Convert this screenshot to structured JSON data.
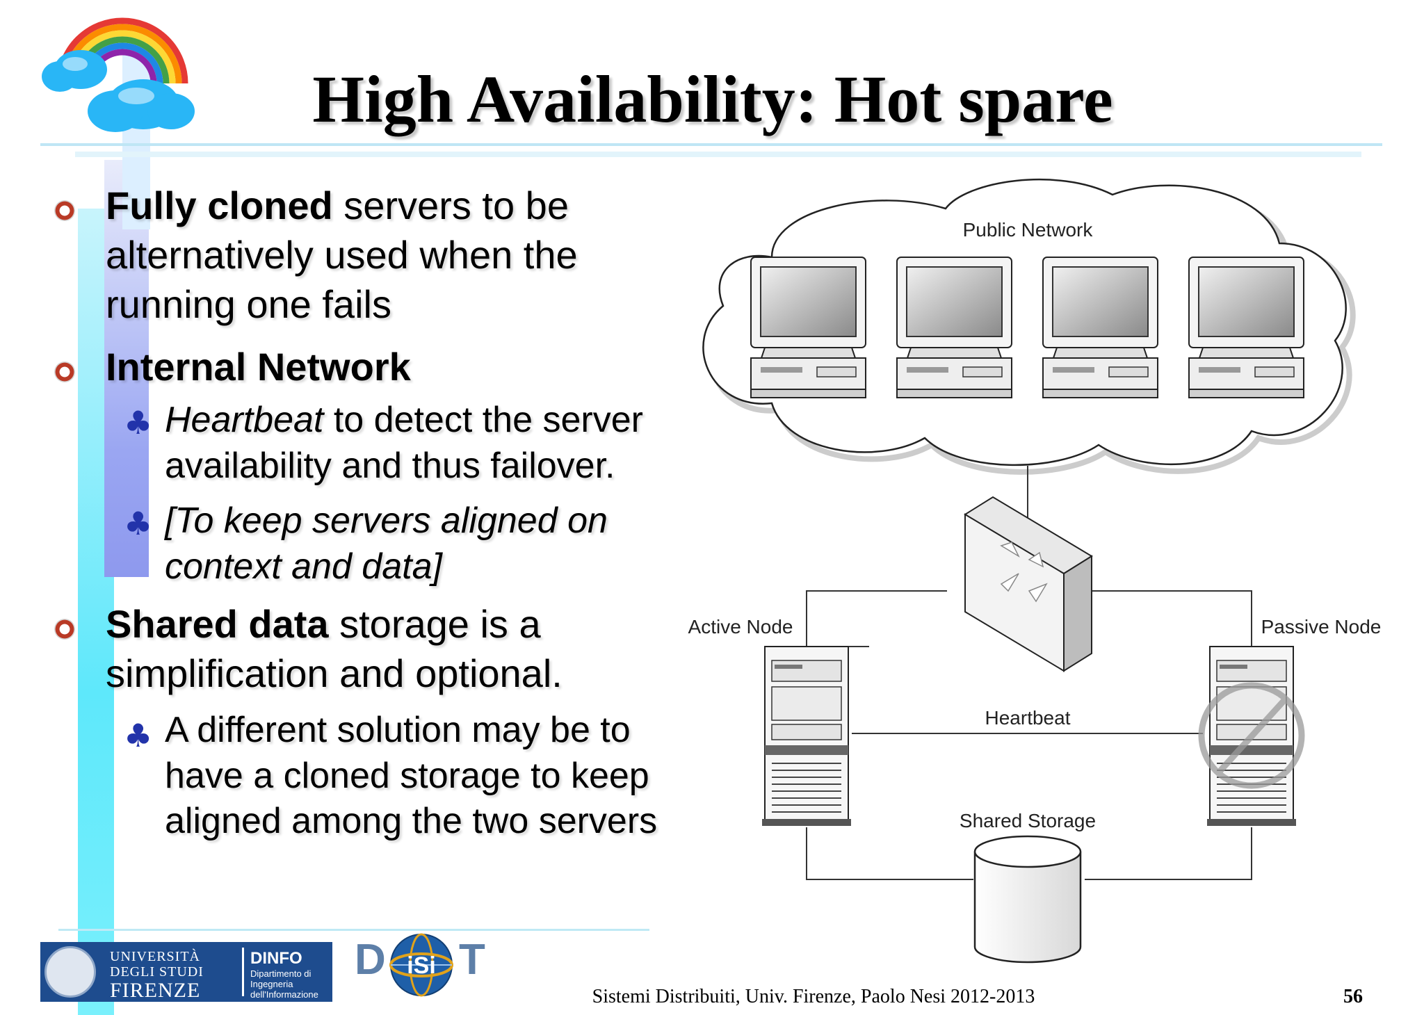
{
  "slide": {
    "title": "High Availability: Hot spare",
    "bullets": {
      "b1": {
        "bold": "Fully cloned",
        "rest": " servers to be alternatively used when the running one fails"
      },
      "b2": {
        "bold": "Internal Network"
      },
      "b2s1": {
        "italic": "Heartbeat",
        "rest": " to detect the server availability and thus failover."
      },
      "b2s2": {
        "italic": "[To keep servers aligned on context and data]"
      },
      "b3": {
        "bold": "Shared data",
        "rest": " storage is a simplification and optional."
      },
      "b3s1": {
        "text": "A different solution may be to have a cloned storage to keep aligned among the two servers"
      }
    },
    "bullet_glyph": "♣"
  },
  "diagram": {
    "public_network": "Public Network",
    "active_node": "Active Node",
    "passive_node": "Passive Node",
    "heartbeat": "Heartbeat",
    "shared_storage": "Shared Storage"
  },
  "footer": {
    "text": "Sistemi Distribuiti, Univ. Firenze, Paolo Nesi 2012-2013",
    "page_number": "56"
  },
  "logos": {
    "unifi": {
      "line1": "UNIVERSITÀ",
      "line2": "DEGLI STUDI",
      "line3": "FIRENZE"
    },
    "dinfo": {
      "name": "DINFO",
      "line1": "Dipartimento di",
      "line2": "Ingegneria dell'Informazione"
    },
    "disit": {
      "d": "D",
      "t": "T",
      "middle": "iSi"
    }
  },
  "colors": {
    "accent_band": "#7fe3f7",
    "bullet_red": "#b93a26",
    "bullet_blue": "#2233aa",
    "logo_blue": "#1e4c8e"
  }
}
